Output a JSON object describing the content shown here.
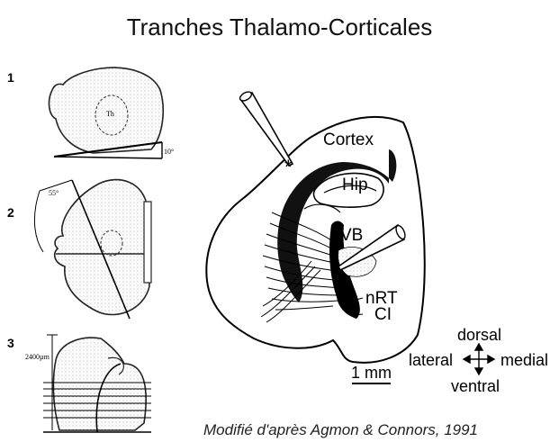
{
  "title": "Tranches Thalamo-Corticales",
  "steps": [
    {
      "number": "1",
      "angle_label": "10°",
      "region_label": "Th"
    },
    {
      "number": "2",
      "angle_label": "55°"
    },
    {
      "number": "3",
      "depth_label": "2400µm"
    }
  ],
  "slice_labels": {
    "cortex": "Cortex",
    "hip": "Hip",
    "vb": "VB",
    "nrt": "nRT",
    "ci": "CI",
    "asterisk": "*"
  },
  "orientation": {
    "dorsal": "dorsal",
    "ventral": "ventral",
    "lateral": "lateral",
    "medial": "medial"
  },
  "scale_bar": "1 mm",
  "caption": "Modifié d'après Agmon & Connors, 1991"
}
